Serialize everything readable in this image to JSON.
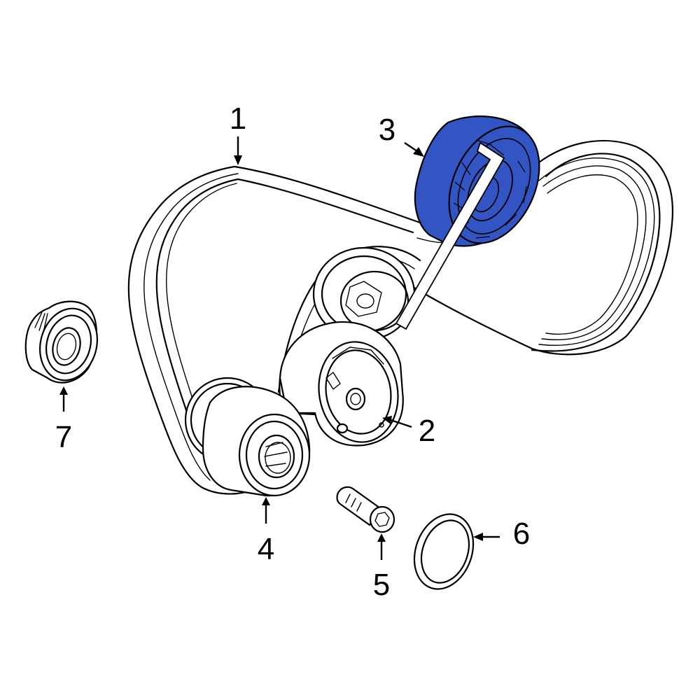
{
  "diagram": {
    "highlight_color": "#3355c4",
    "line_color": "#000000",
    "background": "#ffffff",
    "parts": [
      {
        "id": "part-1",
        "number": "1",
        "name": "serpentine-belt",
        "highlighted": false
      },
      {
        "id": "part-2",
        "number": "2",
        "name": "belt-tensioner",
        "highlighted": false
      },
      {
        "id": "part-3",
        "number": "3",
        "name": "idler-pulley",
        "highlighted": true
      },
      {
        "id": "part-4",
        "number": "4",
        "name": "alternator-pulley",
        "highlighted": false
      },
      {
        "id": "part-5",
        "number": "5",
        "name": "bolt",
        "highlighted": false
      },
      {
        "id": "part-6",
        "number": "6",
        "name": "washer-ring",
        "highlighted": false
      },
      {
        "id": "part-7",
        "number": "7",
        "name": "pulley",
        "highlighted": false
      }
    ]
  }
}
